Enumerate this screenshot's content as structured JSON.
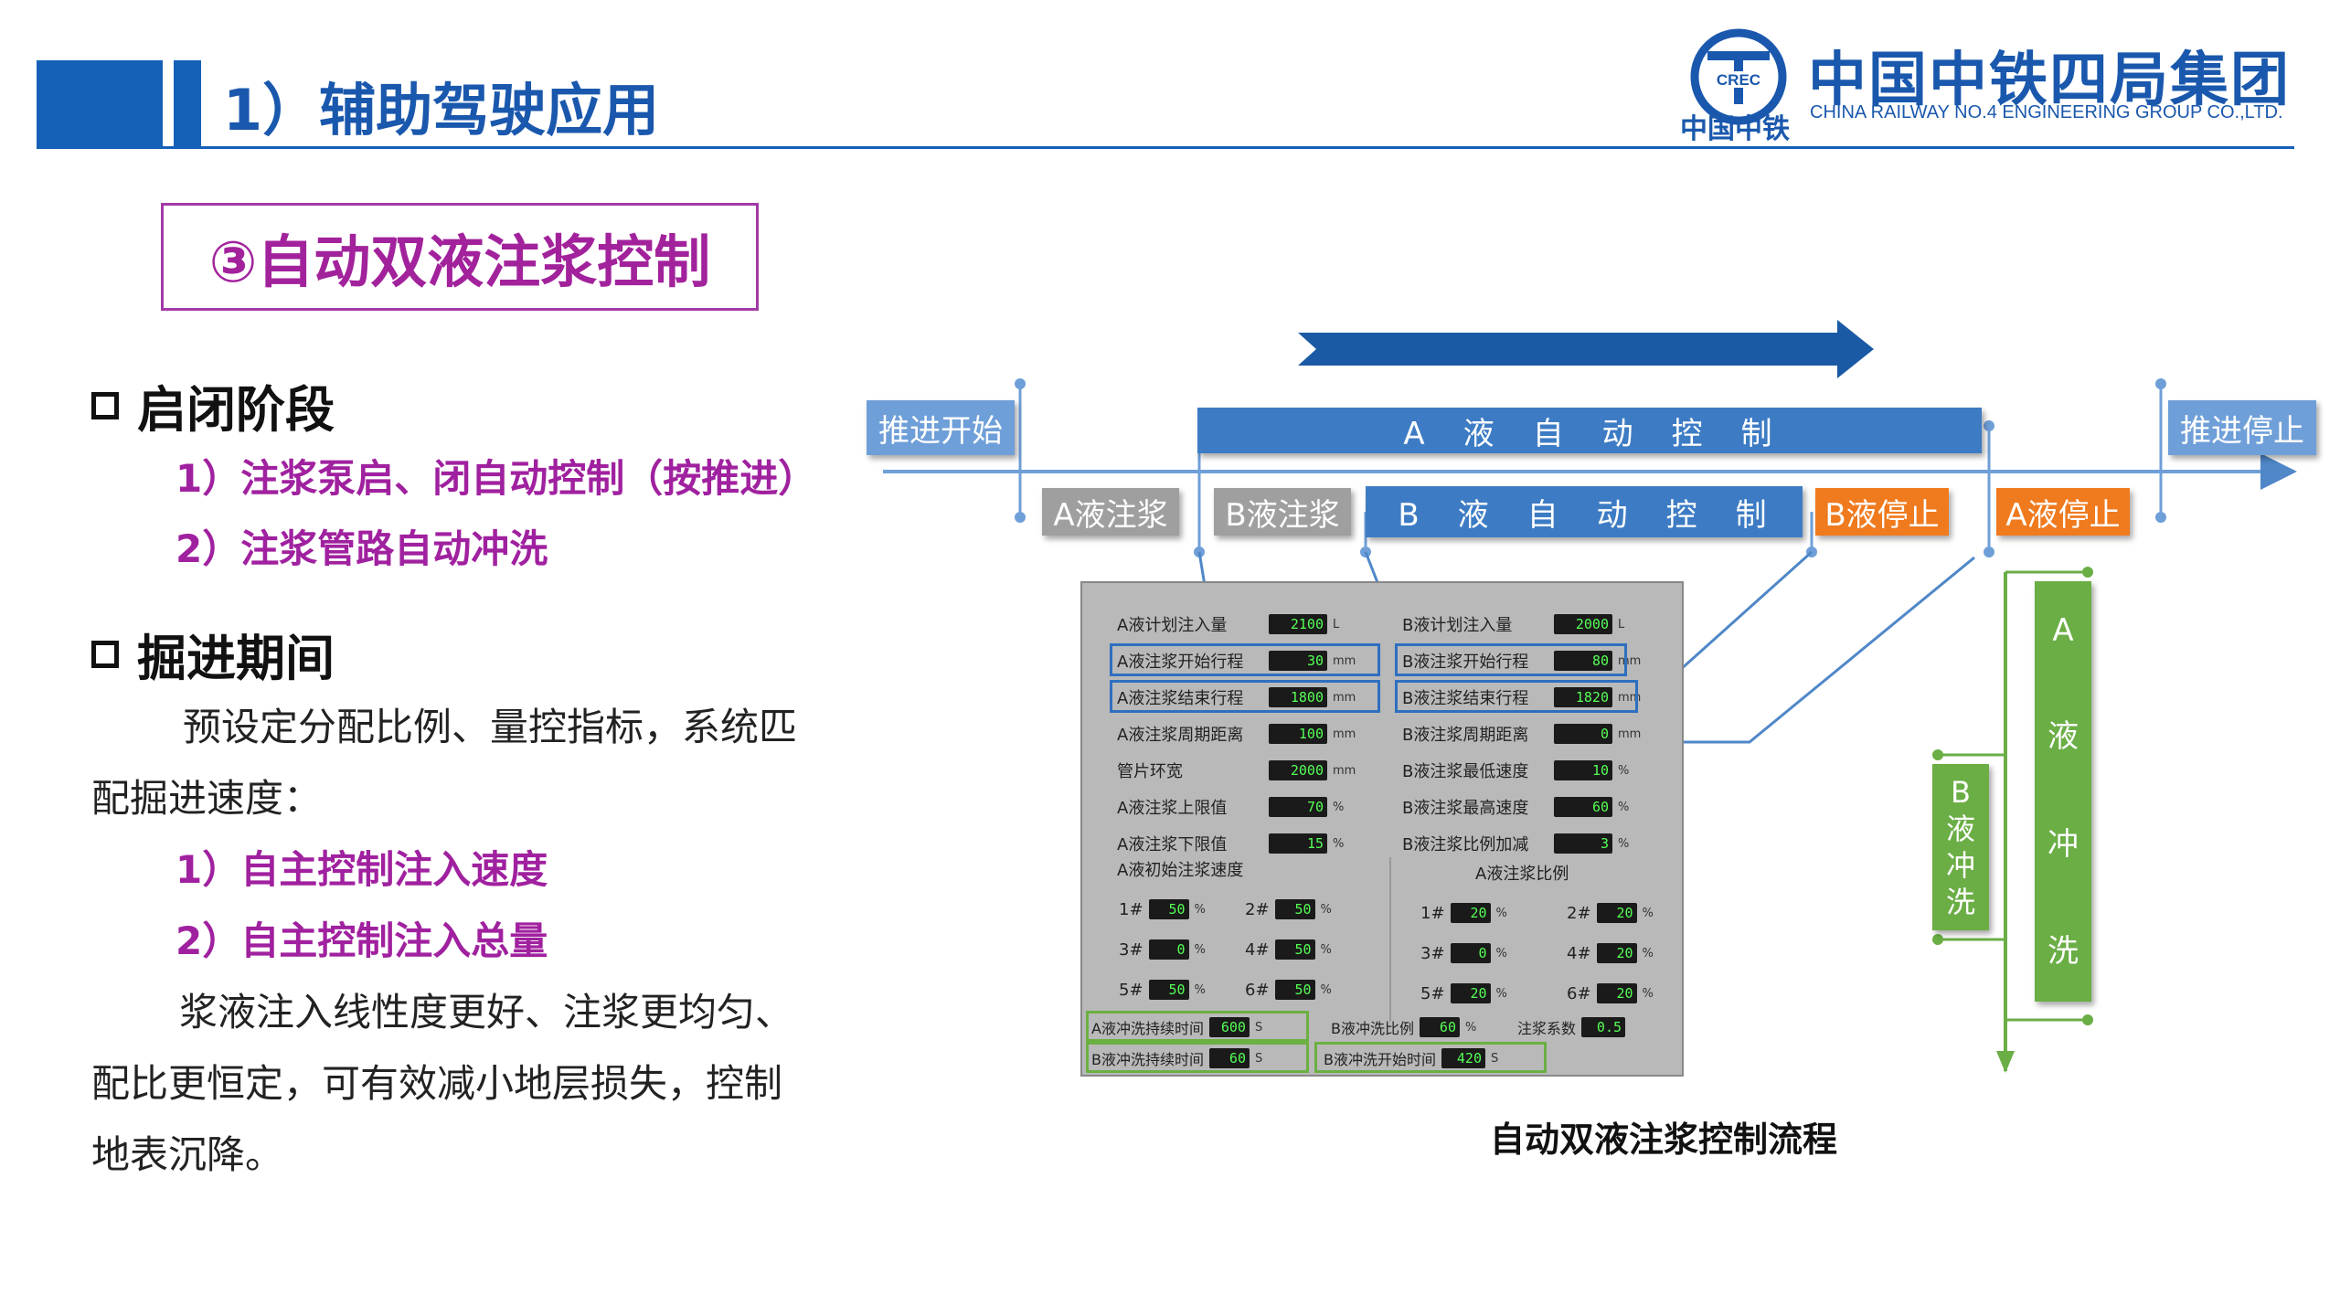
{
  "header": {
    "title": "1）辅助驾驶应用",
    "logo_cn": "中国中铁四局集团",
    "logo_sub": "中国中铁",
    "logo_en": "CHINA RAILWAY NO.4 ENGINEERING GROUP CO.,LTD.",
    "logo_mark_text": "CREC"
  },
  "section": {
    "title": "③自动双液注浆控制"
  },
  "left": {
    "h1": "启闭阶段",
    "p1": "1）注浆泵启、闭自动控制（按推进）",
    "p2": "2）注浆管路自动冲洗",
    "h2": "掘进期间",
    "body1": "预设定分配比例、量控指标，系统匹",
    "body2": "配掘进速度：",
    "p3": "1）自主控制注入速度",
    "p4": "2）自主控制注入总量",
    "body3": "浆液注入线性度更好、注浆更均匀、",
    "body4": "配比更恒定，可有效减小地层损失，控制",
    "body5": "地表沉降。"
  },
  "diagram": {
    "start": "推进开始",
    "stop": "推进停止",
    "a_auto": "A　液　自　动　控　制",
    "b_auto": "B　液　自　动　控　制",
    "a_inject": "A液注浆",
    "b_inject": "B液注浆",
    "b_stop": "B液停止",
    "a_stop": "A液停止",
    "b_flush": [
      "B",
      "液",
      "冲",
      "洗"
    ],
    "a_flush": [
      "A",
      "液",
      "冲",
      "洗"
    ],
    "caption": "自动双液注浆控制流程"
  },
  "panel": {
    "left_rows": [
      {
        "label": "A液计划注入量",
        "value": "2100",
        "unit": "L"
      },
      {
        "label": "A液注浆开始行程",
        "value": "30",
        "unit": "mm"
      },
      {
        "label": "A液注浆结束行程",
        "value": "1800",
        "unit": "mm"
      },
      {
        "label": "A液注浆周期距离",
        "value": "100",
        "unit": "mm"
      },
      {
        "label": "管片环宽",
        "value": "2000",
        "unit": "mm"
      },
      {
        "label": "A液注浆上限值",
        "value": "70",
        "unit": "%"
      },
      {
        "label": "A液注浆下限值",
        "value": "15",
        "unit": "%"
      }
    ],
    "right_rows": [
      {
        "label": "B液计划注入量",
        "value": "2000",
        "unit": "L"
      },
      {
        "label": "B液注浆开始行程",
        "value": "80",
        "unit": "mm"
      },
      {
        "label": "B液注浆结束行程",
        "value": "1820",
        "unit": "mm"
      },
      {
        "label": "B液注浆周期距离",
        "value": "0",
        "unit": "mm"
      },
      {
        "label": "B液注浆最低速度",
        "value": "10",
        "unit": "%"
      },
      {
        "label": "B液注浆最高速度",
        "value": "60",
        "unit": "%"
      },
      {
        "label": "B液注浆比例加减",
        "value": "3",
        "unit": "%"
      }
    ],
    "left_grid_title": "A液初始注浆速度",
    "right_grid_title": "A液注浆比例",
    "left_grid": [
      {
        "k": "1#",
        "v": "50"
      },
      {
        "k": "2#",
        "v": "50"
      },
      {
        "k": "3#",
        "v": "0"
      },
      {
        "k": "4#",
        "v": "50"
      },
      {
        "k": "5#",
        "v": "50"
      },
      {
        "k": "6#",
        "v": "50"
      }
    ],
    "right_grid": [
      {
        "k": "1#",
        "v": "20"
      },
      {
        "k": "2#",
        "v": "20"
      },
      {
        "k": "3#",
        "v": "0"
      },
      {
        "k": "4#",
        "v": "20"
      },
      {
        "k": "5#",
        "v": "20"
      },
      {
        "k": "6#",
        "v": "20"
      }
    ],
    "bottom": [
      {
        "label": "A液冲洗持续时间",
        "value": "600",
        "unit": "S"
      },
      {
        "label": "B液冲洗比例",
        "value": "60",
        "unit": "%"
      },
      {
        "label": "注浆系数",
        "value": "0.5",
        "unit": ""
      },
      {
        "label": "B液冲洗持续时间",
        "value": "60",
        "unit": "S"
      },
      {
        "label": "B液冲洗开始时间",
        "value": "420",
        "unit": "S"
      }
    ]
  },
  "colors": {
    "brand_blue": "#1561b8",
    "accent_purple": "#a0219f",
    "orange": "#f07a1e",
    "green": "#6aae45"
  }
}
